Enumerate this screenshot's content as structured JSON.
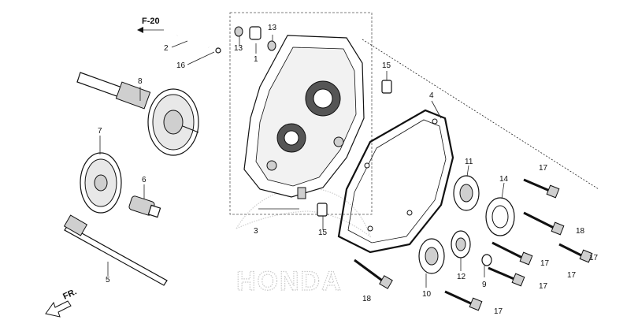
{
  "diagram": {
    "ref_code": "F-20",
    "direction_label": "FR.",
    "watermark": "HONDA",
    "parts": [
      {
        "label": "1"
      },
      {
        "label": "2"
      },
      {
        "label": "3"
      },
      {
        "label": "4"
      },
      {
        "label": "5"
      },
      {
        "label": "6"
      },
      {
        "label": "7"
      },
      {
        "label": "8"
      },
      {
        "label": "9"
      },
      {
        "label": "10"
      },
      {
        "label": "11"
      },
      {
        "label": "12"
      },
      {
        "label": "13"
      },
      {
        "label": "13"
      },
      {
        "label": "14"
      },
      {
        "label": "15"
      },
      {
        "label": "15"
      },
      {
        "label": "16"
      },
      {
        "label": "17"
      },
      {
        "label": "17"
      },
      {
        "label": "17"
      },
      {
        "label": "17"
      },
      {
        "label": "17"
      },
      {
        "label": "17"
      },
      {
        "label": "18"
      },
      {
        "label": "18"
      }
    ]
  }
}
